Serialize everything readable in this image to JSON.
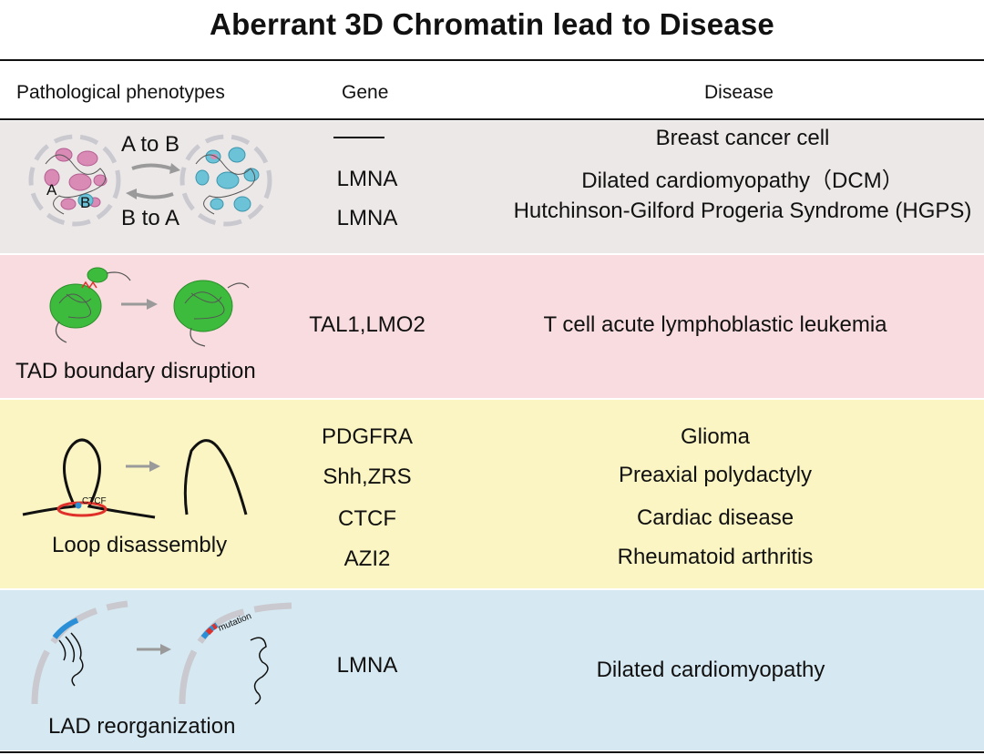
{
  "title": "Aberrant 3D Chromatin lead to Disease",
  "headers": {
    "phenotype": "Pathological phenotypes",
    "gene": "Gene",
    "disease": "Disease"
  },
  "rows": [
    {
      "band_color": "#ede8e8",
      "figure_labels": {
        "a_to_b": "A to B",
        "b_to_a": "B to A",
        "compartment_a": "A",
        "compartment_b": "B"
      },
      "genes": [
        "",
        "LMNA",
        "LMNA"
      ],
      "diseases": [
        "Breast cancer cell",
        "Dilated cardiomyopathy（DCM）",
        "Hutchinson-Gilford Progeria Syndrome (HGPS)"
      ]
    },
    {
      "band_color": "#f8dcdf",
      "phenotype": "TAD boundary disruption",
      "genes": [
        "TAL1,LMO2"
      ],
      "diseases": [
        "T cell acute lymphoblastic leukemia"
      ]
    },
    {
      "band_color": "#fbf5c3",
      "phenotype": "Loop disassembly",
      "figure_labels": {
        "ctcf": "CTCF"
      },
      "genes": [
        "PDGFRA",
        "Shh,ZRS",
        "CTCF",
        "AZI2"
      ],
      "diseases": [
        "Glioma",
        "Preaxial polydactyly",
        "Cardiac disease",
        "Rheumatoid arthritis"
      ]
    },
    {
      "band_color": "#d6e8f1",
      "phenotype": "LAD reorganization",
      "figure_labels": {
        "mutation": "mutation"
      },
      "genes": [
        "LMNA"
      ],
      "diseases": [
        "Dilated cardiomyopathy"
      ]
    }
  ],
  "colors": {
    "compartment_a": "#d98ab5",
    "compartment_b": "#6cc3d8",
    "tad_green": "#3dbb3d",
    "boundary_red": "#e0302a",
    "ctcf_blue": "#2a8fd6",
    "lamina_gray": "#c9c9cf",
    "arrow_gray": "#9a9a9a"
  }
}
